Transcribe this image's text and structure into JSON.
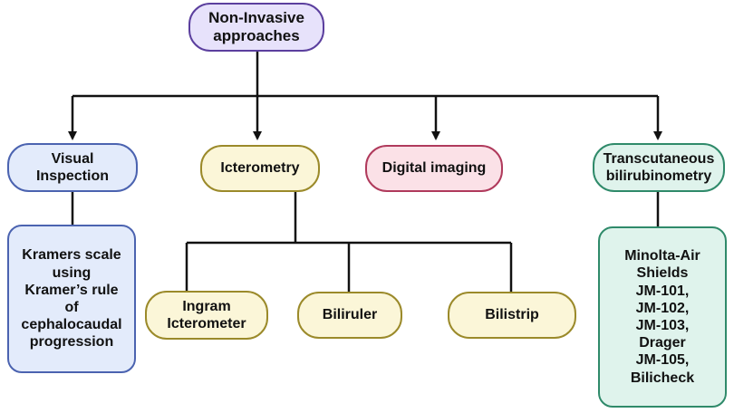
{
  "colors": {
    "root_fill": "#e7e2fb",
    "root_stroke": "#5b3f9e",
    "blue_fill": "#e3ebfb",
    "blue_stroke": "#4b63b0",
    "yellow_fill": "#fbf6d8",
    "yellow_stroke": "#9b8a2a",
    "pink_fill": "#fbe1e7",
    "pink_stroke": "#b03a5c",
    "green_fill": "#dff3ec",
    "green_stroke": "#2f8a6a",
    "connector": "#111111"
  },
  "nodes": {
    "root": "Non-Invasive\napproaches",
    "visual": "Visual\nInspection",
    "icterometry": "Icterometry",
    "digital": "Digital imaging",
    "transcutaneous": "Transcutaneous\nbilirubinometry",
    "kramers": "Kramers scale\nusing\nKramer’s rule\nof\ncephalocaudal\nprogression",
    "ingram": "Ingram\nIcterometer",
    "biliruler": "Biliruler",
    "bilistrip": "Bilistrip",
    "devices": "Minolta-Air\nShields\nJM-101,\nJM-102,\nJM-103,\nDrager\nJM-105,\nBilicheck"
  }
}
